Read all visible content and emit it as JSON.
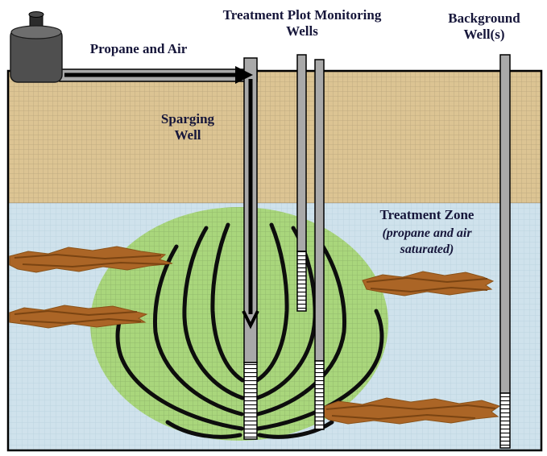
{
  "title": "Air sparging treatment system diagram",
  "labels": {
    "monitoring_wells": {
      "line1": "Treatment Plot Monitoring",
      "line2": "Wells"
    },
    "background_well": {
      "line1": "Background",
      "line2": "Well(s)"
    },
    "propane_air": "Propane and Air",
    "sparging_well": {
      "line1": "Sparging",
      "line2": "Well"
    },
    "treatment_zone": {
      "line1": "Treatment Zone",
      "line2": "(propane and air",
      "line3": "saturated)"
    }
  },
  "colors": {
    "vadose_zone": "#dcc493",
    "saturated_zone": "#cfe2ec",
    "treatment_zone": "#a9d67c",
    "well_gray": "#a9a9a9",
    "screen_white": "#ffffff",
    "tank_gray": "#4f4f4f",
    "tank_top": "#6e6e6e",
    "plume_brown": "#ab6526",
    "plume_streak": "#7a4412",
    "arrow_black": "#000000",
    "label_text": "#16163a"
  }
}
